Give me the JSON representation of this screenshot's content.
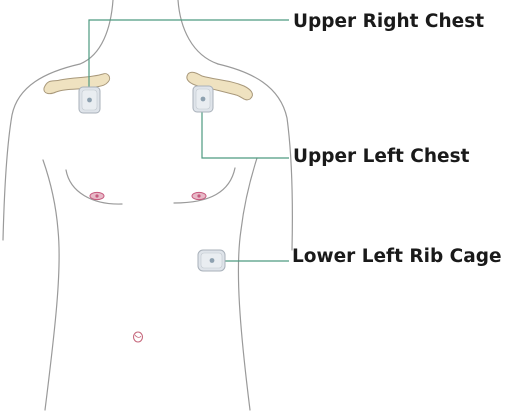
{
  "labels": {
    "upper_right_chest": "Upper Right Chest",
    "upper_left_chest": "Upper Left Chest",
    "lower_left_rib_cage": "Lower Left Rib Cage"
  },
  "colors": {
    "body_outline": "#9a9a9a",
    "leader_line": "#4d9a80",
    "clavicle_fill": "#efe2c0",
    "clavicle_stroke": "#a8987a",
    "nipple": "#c75a7e",
    "navel": "#c76a7e",
    "sensor_fill": "#dfe4ea",
    "sensor_stroke": "#a9b1ba"
  }
}
